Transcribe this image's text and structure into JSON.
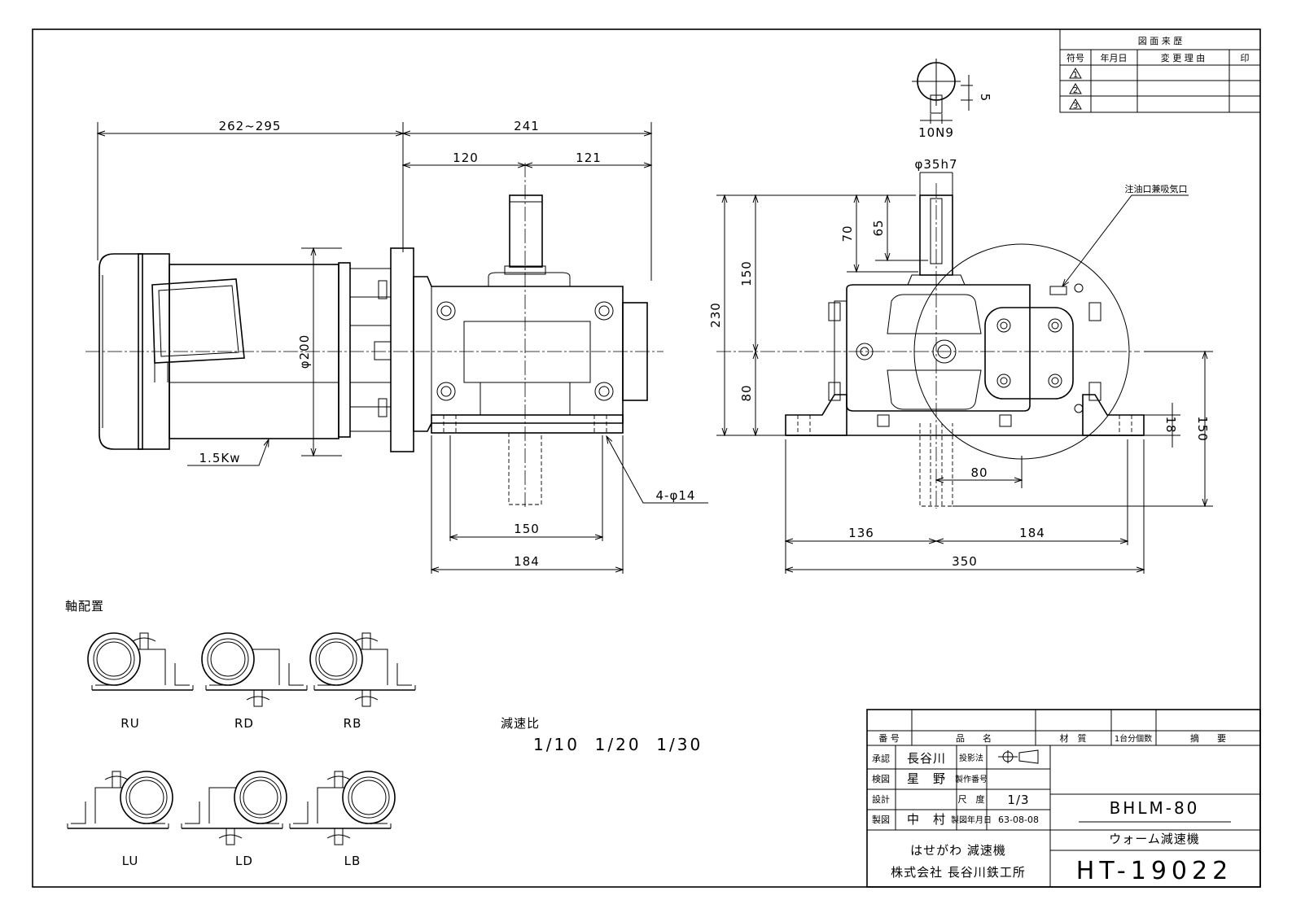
{
  "revision_table": {
    "title": "図 面 来 歴",
    "headers": [
      "符号",
      "年月日",
      "変 更 理 由",
      "印"
    ],
    "symbols": [
      "1",
      "2",
      "3"
    ]
  },
  "dimensions": {
    "motor_length": "262~295",
    "overall_241": "241",
    "left_120": "120",
    "right_121": "121",
    "motor_dia": "φ200",
    "motor_power": "1.5Kw",
    "holes": "4-φ14",
    "base_150": "150",
    "base_184": "184",
    "shaft_dia": "φ35h7",
    "keyway_width": "10N9",
    "key_depth": "5",
    "height_70": "70",
    "height_65": "65",
    "height_150": "150",
    "height_230": "230",
    "height_80": "80",
    "side_18": "18",
    "side_150": "150",
    "side_80": "80",
    "side_136": "136",
    "side_184": "184",
    "side_350": "350",
    "oil_port": "注油口兼吸気口"
  },
  "arrangement": {
    "title": "軸配置",
    "labels": [
      "RU",
      "RD",
      "RB",
      "LU",
      "LD",
      "LB"
    ]
  },
  "ratio": {
    "title": "減速比",
    "values": "1/10  1/20  1/30"
  },
  "title_block": {
    "col_number": "番 号",
    "col_name": "品　　名",
    "col_material": "材　質",
    "col_qty": "1台分個数",
    "col_remarks": "摘　　要",
    "approved_label": "承認",
    "approved_name": "長谷川",
    "checked_label": "検図",
    "checked_name": "星　野",
    "design_label": "設計",
    "drawn_label": "製図",
    "drawn_name": "中　村",
    "projection_label": "投影法",
    "prodno_label": "製作番号",
    "scale_label": "尺　度",
    "scale_value": "1/3",
    "date_label": "製図年月日",
    "date_value": "63-08-08",
    "model": "BHLM-80",
    "product_name": "ウォーム減速機",
    "company_line1": "はせがわ 減速機",
    "company_line2": "株式会社 長谷川鉄工所",
    "drawing_no": "HT-19022"
  }
}
